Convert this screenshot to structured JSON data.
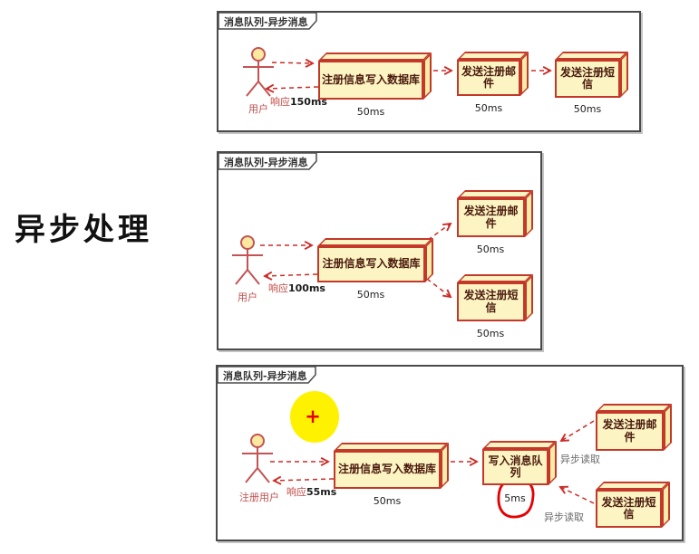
{
  "heading": "异步处理",
  "colors": {
    "box_fill": "#FCF5C3",
    "box_border": "#C4382A",
    "arrow": "#CC2B26",
    "frame_border": "#4a4a4a",
    "highlight_yellow": "#FFF200",
    "annotation_red": "#E60000"
  },
  "panel1": {
    "tab": "消息队列-异步消息",
    "actor": "用户",
    "response_prefix": "响应",
    "response_time": "150ms",
    "db_label": "注册信息写入数据库",
    "db_time": "50ms",
    "email_label": "发送注册邮件",
    "email_time": "50ms",
    "sms_label": "发送注册短信",
    "sms_time": "50ms"
  },
  "panel2": {
    "tab": "消息队列-异步消息",
    "actor": "用户",
    "response_prefix": "响应",
    "response_time": "100ms",
    "db_label": "注册信息写入数据库",
    "db_time": "50ms",
    "email_label": "发送注册邮件",
    "email_time": "50ms",
    "sms_label": "发送注册短信",
    "sms_time": "50ms"
  },
  "panel3": {
    "tab": "消息队列-异步消息",
    "actor": "注册用户",
    "response_prefix": "响应",
    "response_time": "55ms",
    "db_label": "注册信息写入数据库",
    "db_time": "50ms",
    "queue_label": "写入消息队列",
    "queue_time": "5ms",
    "email_label": "发送注册邮件",
    "sms_label": "发送注册短信",
    "async_read_top": "异步读取",
    "async_read_bottom": "异步读取",
    "plus": "+"
  }
}
